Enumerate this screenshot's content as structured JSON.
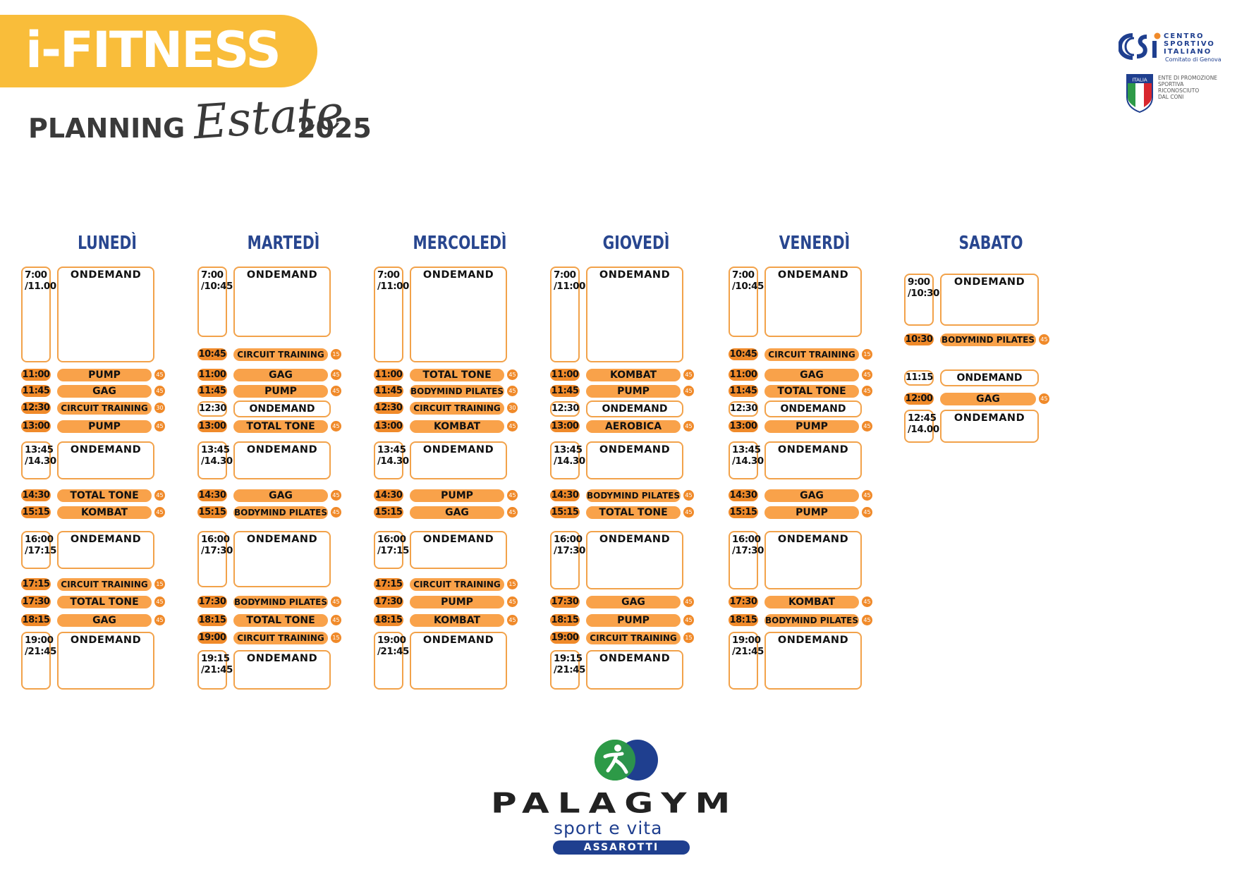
{
  "header": {
    "brand": "i-FITNESS",
    "planning_label": "PLANNING",
    "season": "Estate",
    "year": "2025"
  },
  "logos": {
    "csi_lines": [
      "CENTRO",
      "SPORTIVO",
      "ITALIANO"
    ],
    "csi_sub": "Comitato di Genova",
    "coni_flag_label": "ITALIA",
    "coni_lines": [
      "ENTE DI PROMOZIONE",
      "SPORTIVA",
      "RICONOSCIUTO",
      "DAL CONI"
    ]
  },
  "footer": {
    "name": "PALAGYM",
    "tagline": "sport e vita",
    "sub": "ASSAROTTI"
  },
  "colors": {
    "brand_yellow": "#f9bd3a",
    "accent_orange": "#f08a2a",
    "class_orange": "#f9a24a",
    "day_blue": "#28468f"
  },
  "days": [
    {
      "name": "LUNEDÌ",
      "slots": [
        {
          "kind": "block",
          "time": [
            "7:00",
            "/11.00"
          ],
          "label": "ONDEMAND"
        },
        {
          "kind": "class",
          "time": "11:00",
          "label": "PUMP",
          "dur": "45"
        },
        {
          "kind": "class",
          "time": "11:45",
          "label": "GAG",
          "dur": "45"
        },
        {
          "kind": "class",
          "time": "12:30",
          "label": "CIRCUIT TRAINING",
          "dur": "30"
        },
        {
          "kind": "class",
          "time": "13:00",
          "label": "PUMP",
          "dur": "45"
        },
        {
          "kind": "block",
          "time": [
            "13:45",
            "/14.30"
          ],
          "label": "ONDEMAND"
        },
        {
          "kind": "class",
          "time": "14:30",
          "label": "TOTAL TONE",
          "dur": "45"
        },
        {
          "kind": "class",
          "time": "15:15",
          "label": "KOMBAT",
          "dur": "45"
        },
        {
          "kind": "block",
          "time": [
            "16:00",
            "/17:15"
          ],
          "label": "ONDEMAND"
        },
        {
          "kind": "class",
          "time": "17:15",
          "label": "CIRCUIT TRAINING",
          "dur": "15"
        },
        {
          "kind": "class",
          "time": "17:30",
          "label": "TOTAL TONE",
          "dur": "45"
        },
        {
          "kind": "class",
          "time": "18:15",
          "label": "GAG",
          "dur": "45"
        },
        {
          "kind": "block",
          "time": [
            "19:00",
            "/21:45"
          ],
          "label": "ONDEMAND"
        }
      ]
    },
    {
      "name": "MARTEDÌ",
      "slots": [
        {
          "kind": "block",
          "time": [
            "7:00",
            "/10:45"
          ],
          "label": "ONDEMAND"
        },
        {
          "kind": "class",
          "time": "10:45",
          "label": "CIRCUIT TRAINING",
          "dur": "15"
        },
        {
          "kind": "class",
          "time": "11:00",
          "label": "GAG",
          "dur": "45"
        },
        {
          "kind": "class",
          "time": "11:45",
          "label": "PUMP",
          "dur": "45"
        },
        {
          "kind": "open",
          "time": "12:30",
          "label": "ONDEMAND"
        },
        {
          "kind": "class",
          "time": "13:00",
          "label": "TOTAL TONE",
          "dur": "45"
        },
        {
          "kind": "block",
          "time": [
            "13:45",
            "/14.30"
          ],
          "label": "ONDEMAND"
        },
        {
          "kind": "class",
          "time": "14:30",
          "label": "GAG",
          "dur": "45"
        },
        {
          "kind": "class",
          "time": "15:15",
          "label": "BODYMIND PILATES",
          "dur": "45"
        },
        {
          "kind": "block",
          "time": [
            "16:00",
            "/17:30"
          ],
          "label": "ONDEMAND"
        },
        {
          "kind": "class",
          "time": "17:30",
          "label": "BODYMIND PILATES",
          "dur": "45"
        },
        {
          "kind": "class",
          "time": "18:15",
          "label": "TOTAL TONE",
          "dur": "45"
        },
        {
          "kind": "class",
          "time": "19:00",
          "label": "CIRCUIT TRAINING",
          "dur": "15"
        },
        {
          "kind": "block",
          "time": [
            "19:15",
            "/21:45"
          ],
          "label": "ONDEMAND"
        }
      ]
    },
    {
      "name": "MERCOLEDÌ",
      "slots": [
        {
          "kind": "block",
          "time": [
            "7:00",
            "/11:00"
          ],
          "label": "ONDEMAND"
        },
        {
          "kind": "class",
          "time": "11:00",
          "label": "TOTAL TONE",
          "dur": "45"
        },
        {
          "kind": "class",
          "time": "11:45",
          "label": "BODYMIND PILATES",
          "dur": "45"
        },
        {
          "kind": "class",
          "time": "12:30",
          "label": "CIRCUIT TRAINING",
          "dur": "30"
        },
        {
          "kind": "class",
          "time": "13:00",
          "label": "KOMBAT",
          "dur": "45"
        },
        {
          "kind": "block",
          "time": [
            "13:45",
            "/14.30"
          ],
          "label": "ONDEMAND"
        },
        {
          "kind": "class",
          "time": "14:30",
          "label": "PUMP",
          "dur": "45"
        },
        {
          "kind": "class",
          "time": "15:15",
          "label": "GAG",
          "dur": "45"
        },
        {
          "kind": "block",
          "time": [
            "16:00",
            "/17:15"
          ],
          "label": "ONDEMAND"
        },
        {
          "kind": "class",
          "time": "17:15",
          "label": "CIRCUIT TRAINING",
          "dur": "15"
        },
        {
          "kind": "class",
          "time": "17:30",
          "label": "PUMP",
          "dur": "45"
        },
        {
          "kind": "class",
          "time": "18:15",
          "label": "KOMBAT",
          "dur": "45"
        },
        {
          "kind": "block",
          "time": [
            "19:00",
            "/21:45"
          ],
          "label": "ONDEMAND"
        }
      ]
    },
    {
      "name": "GIOVEDÌ",
      "slots": [
        {
          "kind": "block",
          "time": [
            "7:00",
            "/11:00"
          ],
          "label": "ONDEMAND"
        },
        {
          "kind": "class",
          "time": "11:00",
          "label": "KOMBAT",
          "dur": "45"
        },
        {
          "kind": "class",
          "time": "11:45",
          "label": "PUMP",
          "dur": "45"
        },
        {
          "kind": "open",
          "time": "12:30",
          "label": "ONDEMAND"
        },
        {
          "kind": "class",
          "time": "13:00",
          "label": "AEROBICA",
          "dur": "45"
        },
        {
          "kind": "block",
          "time": [
            "13:45",
            "/14.30"
          ],
          "label": "ONDEMAND"
        },
        {
          "kind": "class",
          "time": "14:30",
          "label": "BODYMIND PILATES",
          "dur": "45"
        },
        {
          "kind": "class",
          "time": "15:15",
          "label": "TOTAL TONE",
          "dur": "45"
        },
        {
          "kind": "block",
          "time": [
            "16:00",
            "/17:30"
          ],
          "label": "ONDEMAND"
        },
        {
          "kind": "class",
          "time": "17:30",
          "label": "GAG",
          "dur": "45"
        },
        {
          "kind": "class",
          "time": "18:15",
          "label": "PUMP",
          "dur": "45"
        },
        {
          "kind": "class",
          "time": "19:00",
          "label": "CIRCUIT TRAINING",
          "dur": "15"
        },
        {
          "kind": "block",
          "time": [
            "19:15",
            "/21:45"
          ],
          "label": "ONDEMAND"
        }
      ]
    },
    {
      "name": "VENERDÌ",
      "slots": [
        {
          "kind": "block",
          "time": [
            "7:00",
            "/10:45"
          ],
          "label": "ONDEMAND"
        },
        {
          "kind": "class",
          "time": "10:45",
          "label": "CIRCUIT TRAINING",
          "dur": "15"
        },
        {
          "kind": "class",
          "time": "11:00",
          "label": "GAG",
          "dur": "45"
        },
        {
          "kind": "class",
          "time": "11:45",
          "label": "TOTAL TONE",
          "dur": "45"
        },
        {
          "kind": "open",
          "time": "12:30",
          "label": "ONDEMAND"
        },
        {
          "kind": "class",
          "time": "13:00",
          "label": "PUMP",
          "dur": "45"
        },
        {
          "kind": "block",
          "time": [
            "13:45",
            "/14.30"
          ],
          "label": "ONDEMAND"
        },
        {
          "kind": "class",
          "time": "14:30",
          "label": "GAG",
          "dur": "45"
        },
        {
          "kind": "class",
          "time": "15:15",
          "label": "PUMP",
          "dur": "45"
        },
        {
          "kind": "block",
          "time": [
            "16:00",
            "/17:30"
          ],
          "label": "ONDEMAND"
        },
        {
          "kind": "class",
          "time": "17:30",
          "label": "KOMBAT",
          "dur": "45"
        },
        {
          "kind": "class",
          "time": "18:15",
          "label": "BODYMIND PILATES",
          "dur": "45"
        },
        {
          "kind": "block",
          "time": [
            "19:00",
            "/21:45"
          ],
          "label": "ONDEMAND"
        }
      ]
    },
    {
      "name": "SABATO",
      "slots": [
        {
          "kind": "block",
          "time": [
            "9:00",
            "/10:30"
          ],
          "label": "ONDEMAND"
        },
        {
          "kind": "class",
          "time": "10:30",
          "label": "BODYMIND PILATES",
          "dur": "45"
        },
        {
          "kind": "open",
          "time": "11:15",
          "label": "ONDEMAND"
        },
        {
          "kind": "class",
          "time": "12:00",
          "label": "GAG",
          "dur": "45"
        },
        {
          "kind": "block",
          "time": [
            "12:45",
            "/14.00"
          ],
          "label": "ONDEMAND"
        }
      ]
    }
  ]
}
